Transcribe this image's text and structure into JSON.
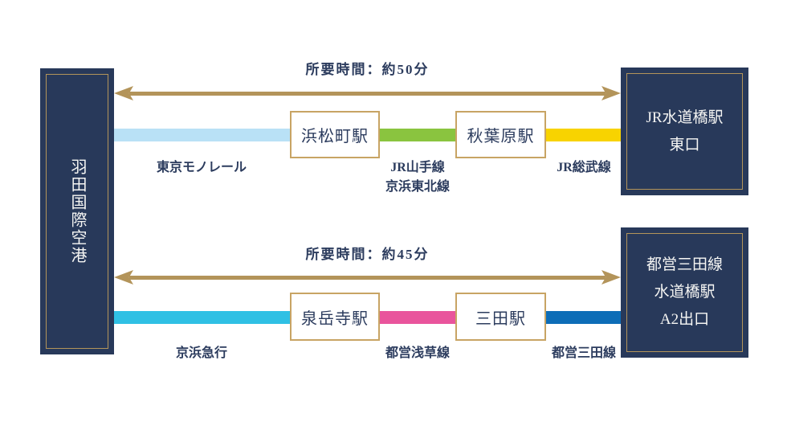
{
  "origin": {
    "name": "羽田国際空港"
  },
  "routes": [
    {
      "duration": "所要時間：約50分",
      "segment1": {
        "line": "東京モノレール",
        "color": "#b9e1f6"
      },
      "station1": "浜松町駅",
      "segment2": {
        "line": "JR山手線",
        "line2": "京浜東北線",
        "color": "#8ac43f"
      },
      "station2": "秋葉原駅",
      "segment3": {
        "line": "JR総武線",
        "color": "#f8d300"
      },
      "destination": {
        "line1": "JR水道橋駅",
        "line2": "東口"
      }
    },
    {
      "duration": "所要時間：約45分",
      "segment1": {
        "line": "京浜急行",
        "color": "#2fc0e4"
      },
      "station1": "泉岳寺駅",
      "segment2": {
        "line": "都営浅草線",
        "color": "#e9549c"
      },
      "station2": "三田駅",
      "segment3": {
        "line": "都営三田線",
        "color": "#0d6db7"
      },
      "destination": {
        "line1": "都営三田線",
        "line2": "水道橋駅",
        "line3": "A2出口"
      }
    }
  ],
  "colors": {
    "box_navy": "#28395a",
    "text_navy": "#2c3c5e",
    "arrow_gold": "#b3945a",
    "station_border_gold": "#c8a464",
    "background": "#ffffff"
  }
}
